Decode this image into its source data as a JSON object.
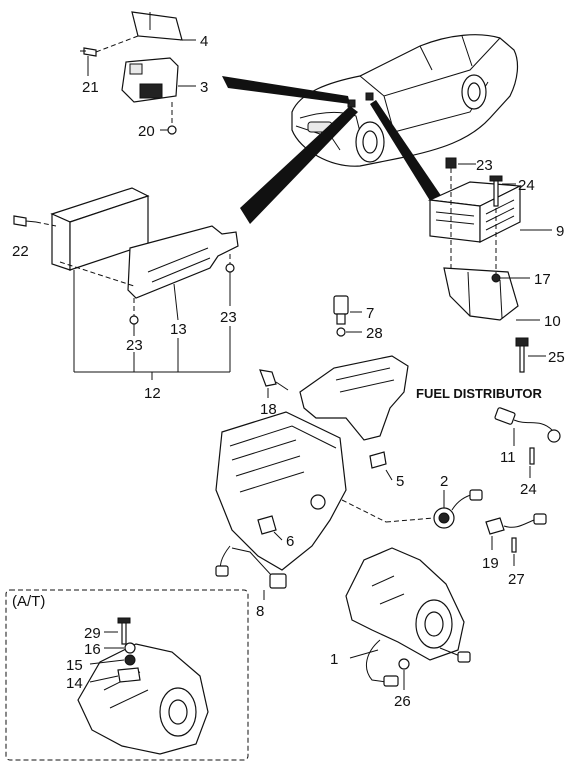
{
  "diagram": {
    "callouts": {
      "c4": "4",
      "c21": "21",
      "c3": "3",
      "c20": "20",
      "c23a": "23",
      "c24a": "24",
      "c9": "9",
      "c17": "17",
      "c10": "10",
      "c25": "25",
      "c22": "22",
      "c13": "13",
      "c23b": "23",
      "c23c": "23",
      "c12": "12",
      "c7": "7",
      "c28": "28",
      "c18": "18",
      "c11": "11",
      "c24b": "24",
      "c5": "5",
      "c2": "2",
      "c19": "19",
      "c27": "27",
      "c6": "6",
      "c8": "8",
      "c1": "1",
      "c26": "26",
      "c29": "29",
      "c16": "16",
      "c15": "15",
      "c14": "14"
    },
    "fuel_distributor_label": "FUEL DISTRIBUTOR",
    "at_inset_label": "(A/T)"
  }
}
